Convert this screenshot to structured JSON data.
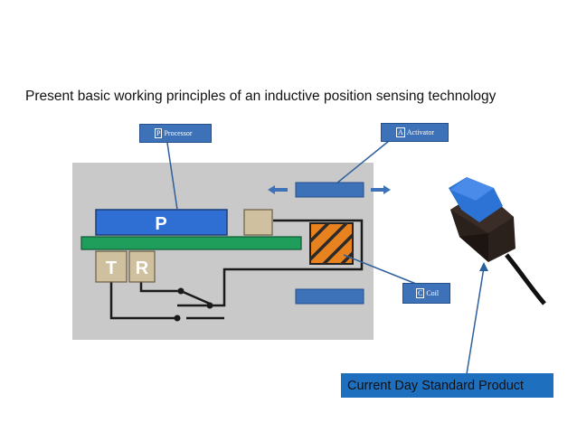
{
  "slide": {
    "title": "Present basic working principles of an inductive position sensing technology"
  },
  "diagram": {
    "processor_letter": "P",
    "transmitter_letter": "T",
    "receiver_letter": "R"
  },
  "callouts": {
    "processor": {
      "code": "P",
      "label": "Processor"
    },
    "activator": {
      "code": "A",
      "label": "Activator"
    },
    "coil": {
      "code": "C",
      "label": "Coil"
    }
  },
  "product": {
    "banner_label": "Current Day Standard Product"
  },
  "colors": {
    "panel_gray": "#c9c9c9",
    "processor_blue": "#2f6fd3",
    "board_green": "#1e9e5a",
    "coil_orange": "#e8821e",
    "pad_tan": "#cfc0a0",
    "callout_blue": "#3d72b8"
  }
}
